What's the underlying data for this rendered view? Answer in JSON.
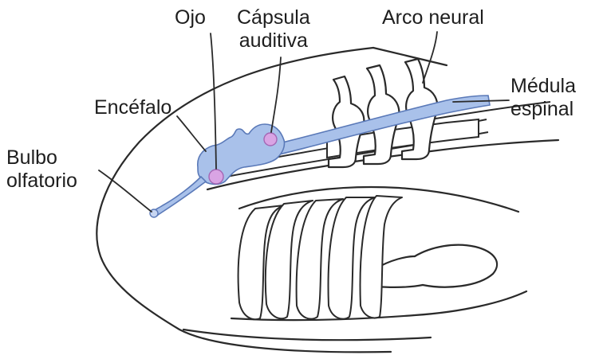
{
  "labels": {
    "ojo": "Ojo",
    "capsula_line1": "Cápsula",
    "capsula_line2": "auditiva",
    "arco": "Arco neural",
    "encefalo": "Encéfalo",
    "bulbo_line1": "Bulbo",
    "bulbo_line2": "olfatorio",
    "medula_line1": "Médula",
    "medula_line2": "espinal"
  },
  "colors": {
    "outline": "#2a2a2a",
    "nervous_fill": "#a9c1ea",
    "nervous_stroke": "#5a79b8",
    "highlight_pink": "#d9a4e4",
    "label_text": "#1e1e1e"
  }
}
